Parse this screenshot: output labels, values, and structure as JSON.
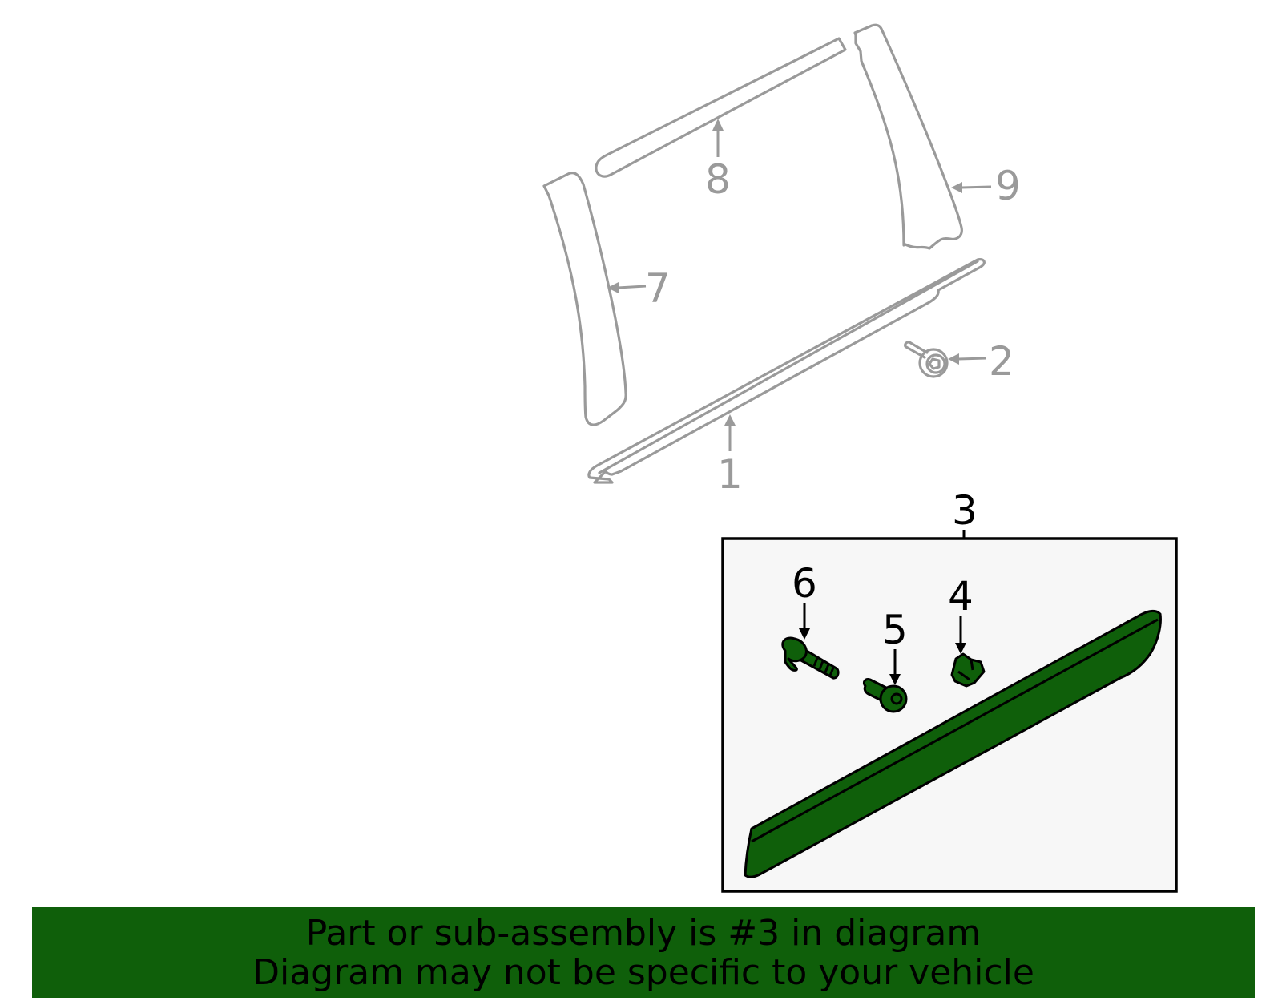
{
  "colors": {
    "highlight_fill": "#0f5f0a",
    "banner_background": "#0f5f0a",
    "inactive_stroke": "#9a9a9a",
    "box_background": "#f7f7f7"
  },
  "callouts": {
    "part_1": "1",
    "part_2": "2",
    "part_3": "3",
    "part_4": "4",
    "part_5": "5",
    "part_6": "6",
    "part_7": "7",
    "part_8": "8",
    "part_9": "9"
  },
  "banner": {
    "line1": "Part or sub-assembly is #3 in diagram",
    "line2": "Diagram may not be specific to your vehicle"
  }
}
